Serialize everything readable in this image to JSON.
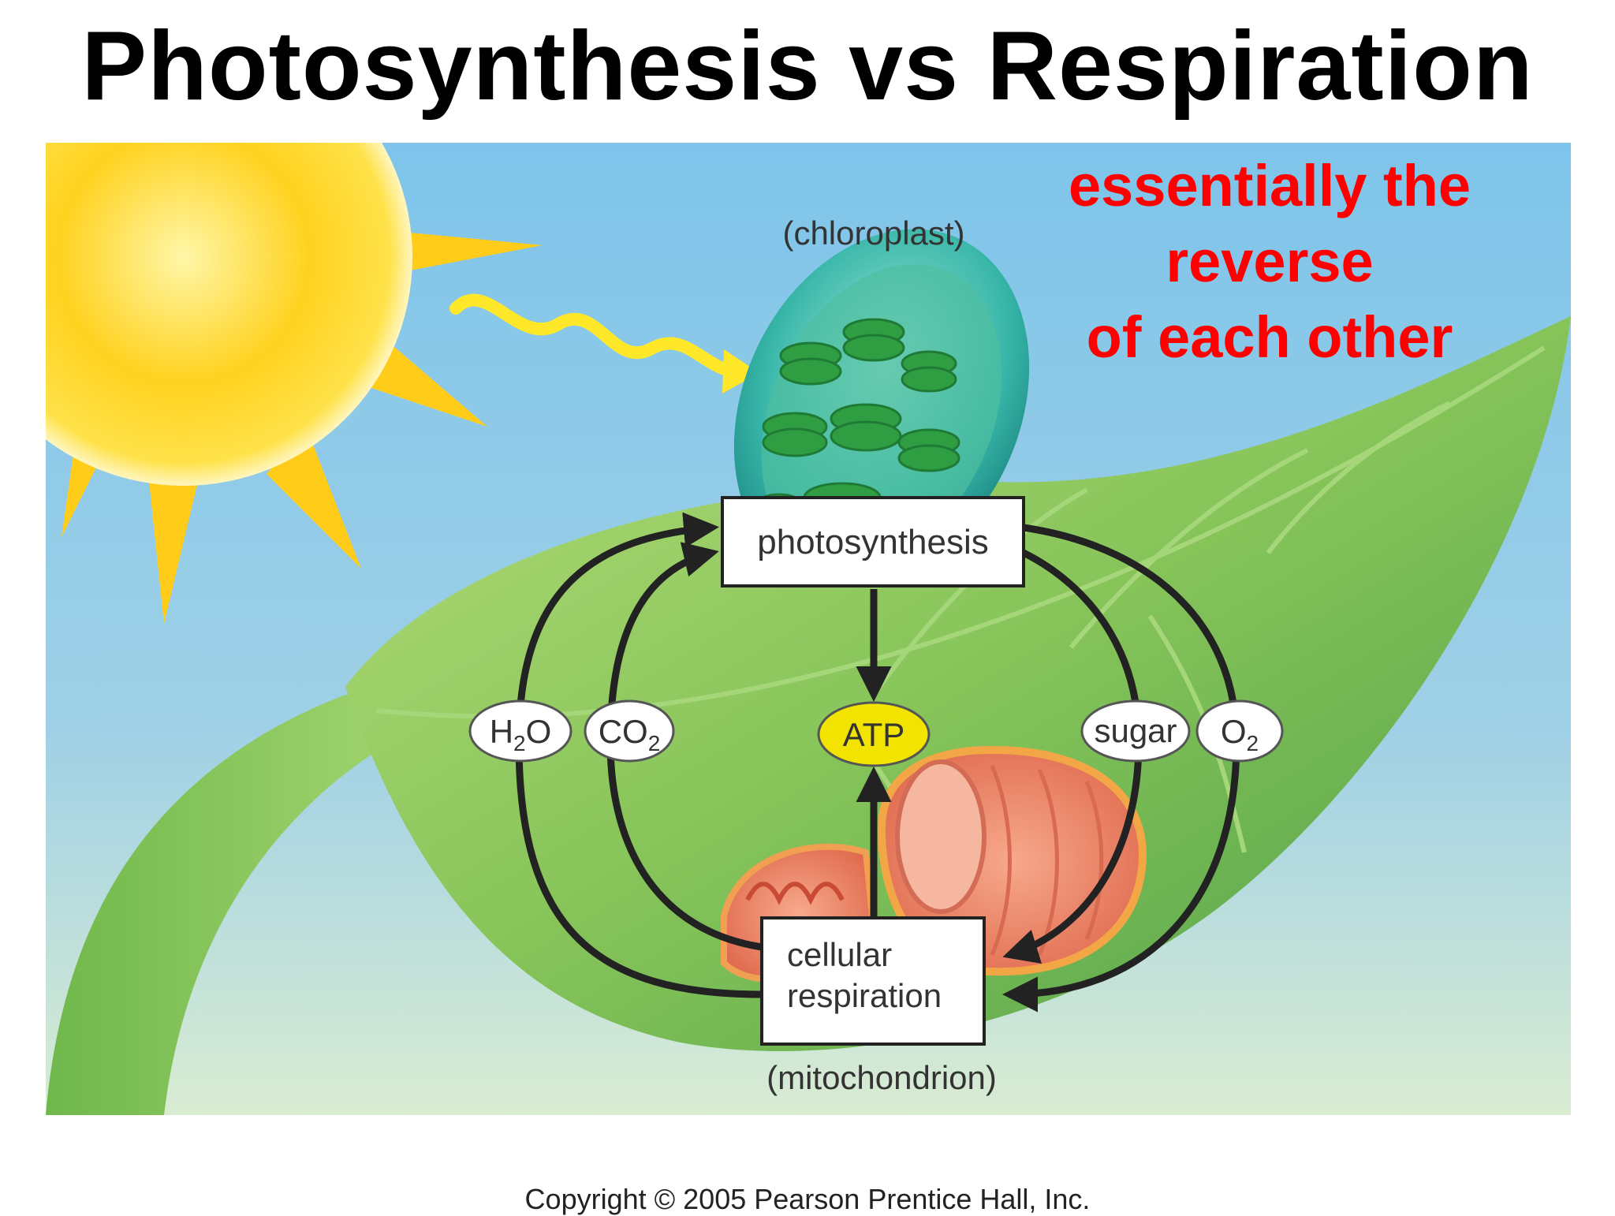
{
  "title": "Photosynthesis vs Respiration",
  "note_lines": [
    "essentially the",
    "reverse",
    "of each other"
  ],
  "diagram": {
    "chloroplast_label": "(chloroplast)",
    "mitochondrion_label": "(mitochondrion)",
    "photosynthesis_box": "photosynthesis",
    "respiration_box_line1": "cellular",
    "respiration_box_line2": "respiration",
    "atp": "ATP",
    "h2o_main": "H",
    "h2o_sub": "2",
    "h2o_tail": "O",
    "co2_main": "CO",
    "co2_sub": "2",
    "sugar": "sugar",
    "o2_main": "O",
    "o2_sub": "2"
  },
  "copyright": "Copyright © 2005 Pearson Prentice Hall, Inc.",
  "colors": {
    "sky_top": "#7ec4ea",
    "sky_bottom": "#d9ecd2",
    "leaf": "#86c459",
    "sun": "#ffd21f",
    "atp_fill": "#f2e400",
    "note_red": "#ff0000"
  }
}
